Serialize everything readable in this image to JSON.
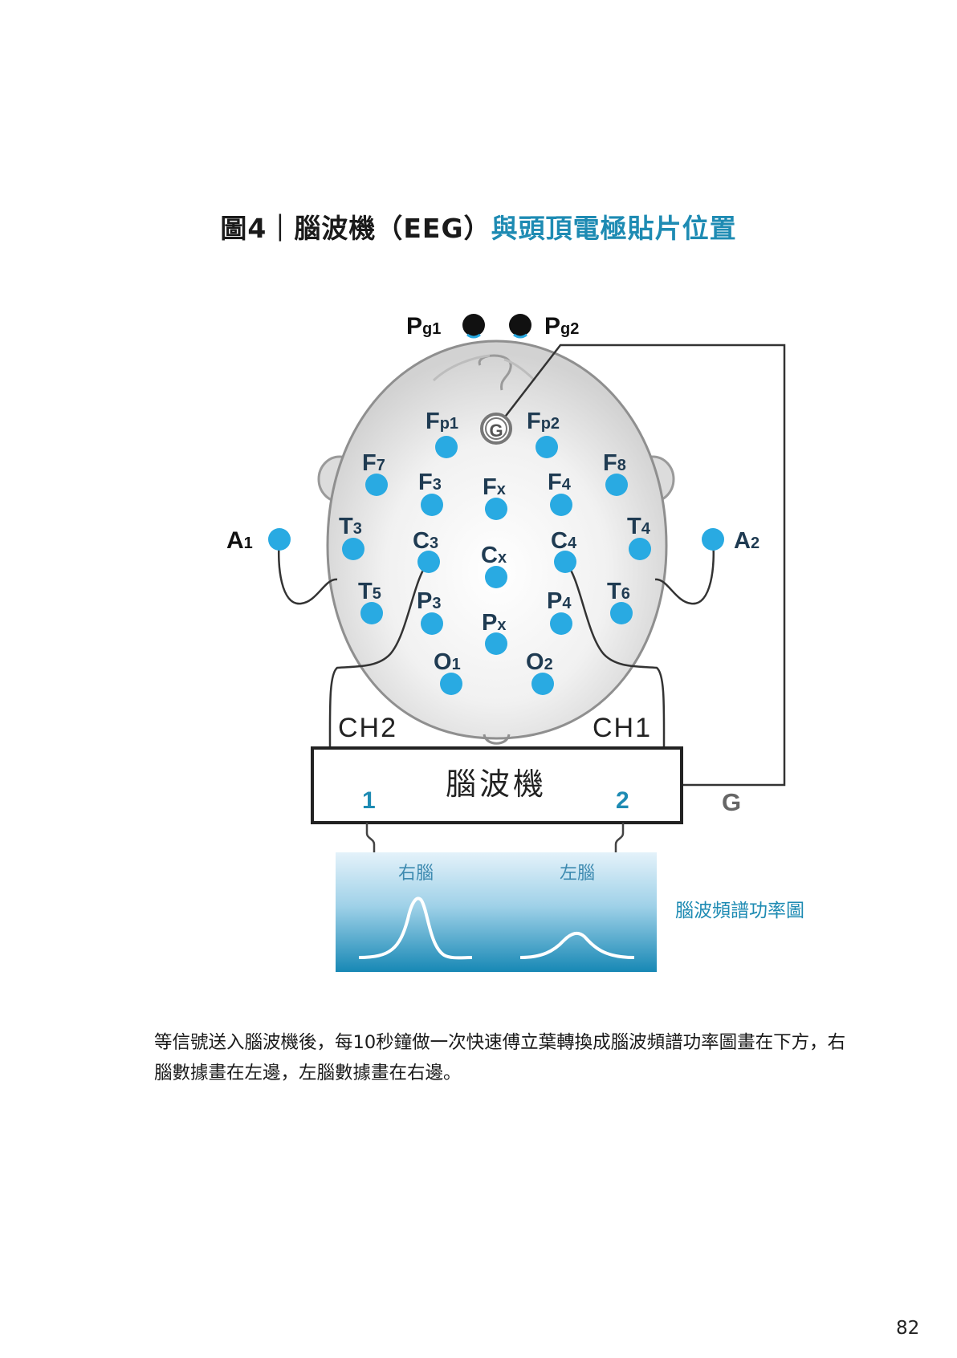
{
  "title": {
    "prefix": "圖4｜腦波機（EEG）",
    "accent": "與頭頂電極貼片位置"
  },
  "electrodes": {
    "Pg1": {
      "main": "P",
      "sub": "g1"
    },
    "Pg2": {
      "main": "P",
      "sub": "g2"
    },
    "Fp1": {
      "main": "F",
      "sub": "p1"
    },
    "Fp2": {
      "main": "F",
      "sub": "p2"
    },
    "G": "G",
    "F7": {
      "main": "F",
      "sub": "7"
    },
    "F8": {
      "main": "F",
      "sub": "8"
    },
    "F3": {
      "main": "F",
      "sub": "3"
    },
    "Fx": {
      "main": "F",
      "sub": "x"
    },
    "F4": {
      "main": "F",
      "sub": "4"
    },
    "A1": {
      "main": "A",
      "sub": "1"
    },
    "A2": {
      "main": "A",
      "sub": "2"
    },
    "T3": {
      "main": "T",
      "sub": "3"
    },
    "T4": {
      "main": "T",
      "sub": "4"
    },
    "C3": {
      "main": "C",
      "sub": "3"
    },
    "Cx": {
      "main": "C",
      "sub": "x"
    },
    "C4": {
      "main": "C",
      "sub": "4"
    },
    "T5": {
      "main": "T",
      "sub": "5"
    },
    "T6": {
      "main": "T",
      "sub": "6"
    },
    "P3": {
      "main": "P",
      "sub": "3"
    },
    "Px": {
      "main": "P",
      "sub": "x"
    },
    "P4": {
      "main": "P",
      "sub": "4"
    },
    "O1": {
      "main": "O",
      "sub": "1"
    },
    "O2": {
      "main": "O",
      "sub": "2"
    }
  },
  "channels": {
    "ch2": "CH2",
    "ch1": "CH1"
  },
  "device": {
    "label": "腦波機",
    "port1": "1",
    "port2": "2",
    "ground": "G"
  },
  "spectrum": {
    "right_brain": "右腦",
    "left_brain": "左腦",
    "title": "腦波頻譜功率圖"
  },
  "caption": "等信號送入腦波機後，每10秒鐘做一次快速傅立葉轉換成腦波頻譜功率圖畫在下方，右腦數據畫在左邊，左腦數據畫在右邊。",
  "page_number": "82",
  "colors": {
    "accent": "#1e8bb3",
    "electrode": "#29aae2",
    "head_fill": "#e6e6e6"
  }
}
